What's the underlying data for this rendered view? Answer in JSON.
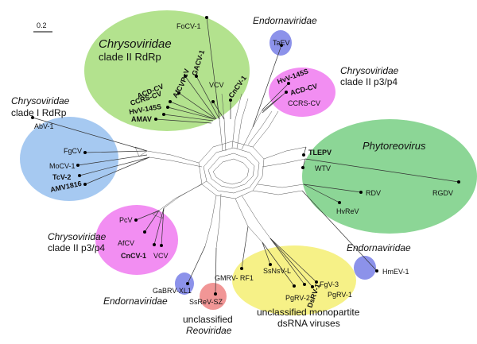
{
  "scale_bar": {
    "label": "0.2"
  },
  "groups": {
    "chryso_ii_rdrp": {
      "name": "Chrysoviridae",
      "sub": "clade II RdRp",
      "color": "#a6dd7a"
    },
    "endorna_top": {
      "name": "Endornaviridae",
      "color": "#7f86e8"
    },
    "chryso_ii_p34_top": {
      "name": "Chrysoviridae",
      "sub": "clade II p3/p4",
      "color": "#f07af0"
    },
    "chryso_i_rdrp": {
      "name": "Chrysoviridae",
      "sub": "clade I  RdRp",
      "color": "#9cc3ef"
    },
    "phytoreovirus": {
      "name": "Phytoreovirus",
      "color": "#78cf84"
    },
    "chryso_ii_p34_bot": {
      "name": "Chrysoviridae",
      "sub": "clade II p3/p4",
      "color": "#f07af0"
    },
    "endorna_right": {
      "name": "Endornaviridae",
      "color": "#7f86e8"
    },
    "endorna_bottom": {
      "name": "Endornaviridae",
      "color": "#7f86e8"
    },
    "unclassified_reo": {
      "line1": "unclassified",
      "line2": "Reoviridae",
      "color": "#ef8b8b"
    },
    "unclassified_mono": {
      "line1": "unclassified monopartite",
      "line2": "dsRNA viruses",
      "color": "#f5f07a"
    }
  },
  "taxa": [
    {
      "id": "FoCV-1",
      "label": "FoCV-1"
    },
    {
      "id": "GACV-1",
      "label": "GACV-1"
    },
    {
      "id": "PcV",
      "label": "PcV"
    },
    {
      "id": "AfCV",
      "label": "AfCV"
    },
    {
      "id": "ACD-CV",
      "label": "ACD-CV"
    },
    {
      "id": "CCRS-CV",
      "label": "CCRS-CV"
    },
    {
      "id": "HvV-145S",
      "label": "HvV-145S"
    },
    {
      "id": "AMAV",
      "label": "AMAV"
    },
    {
      "id": "VCV",
      "label": "VCV"
    },
    {
      "id": "CnCV-1",
      "label": "CnCV-1"
    },
    {
      "id": "TaEV",
      "label": "TaEV"
    },
    {
      "id": "HvV-145S-p",
      "label": "HvV-145S"
    },
    {
      "id": "ACD-CV-p",
      "label": "ACD-CV"
    },
    {
      "id": "CCRS-CV-p",
      "label": "CCRS-CV"
    },
    {
      "id": "AbV-1",
      "label": "AbV-1"
    },
    {
      "id": "FgCV",
      "label": "FgCV"
    },
    {
      "id": "MoCV-1",
      "label": "MoCV-1"
    },
    {
      "id": "TcV-2",
      "label": "TcV-2"
    },
    {
      "id": "AMV1816",
      "label": "AMV1816"
    },
    {
      "id": "TLEPV",
      "label": "TLEPV"
    },
    {
      "id": "WTV",
      "label": "WTV"
    },
    {
      "id": "RGDV",
      "label": "RGDV"
    },
    {
      "id": "RDV",
      "label": "RDV"
    },
    {
      "id": "HvReV",
      "label": "HvReV"
    },
    {
      "id": "PcV-b",
      "label": "PcV"
    },
    {
      "id": "AfCV-b",
      "label": "AfCV"
    },
    {
      "id": "CnCV-1-b",
      "label": "CnCV-1"
    },
    {
      "id": "VCV-b",
      "label": "VCV"
    },
    {
      "id": "HmEV-1",
      "label": "HmEV-1"
    },
    {
      "id": "FgV-3",
      "label": "FgV-3"
    },
    {
      "id": "PgRV-1",
      "label": "PgRV-1"
    },
    {
      "id": "DsRV-1",
      "label": "DsRV-1"
    },
    {
      "id": "PgRV-2",
      "label": "PgRV-2"
    },
    {
      "id": "SsNsV-L",
      "label": "SsNsV-L"
    },
    {
      "id": "GMRV-RF1",
      "label": "GMRV- RF1"
    },
    {
      "id": "GaBRV-XL1",
      "label": "GaBRV-XL1"
    },
    {
      "id": "SsReV-SZ",
      "label": "SsReV-SZ"
    }
  ]
}
